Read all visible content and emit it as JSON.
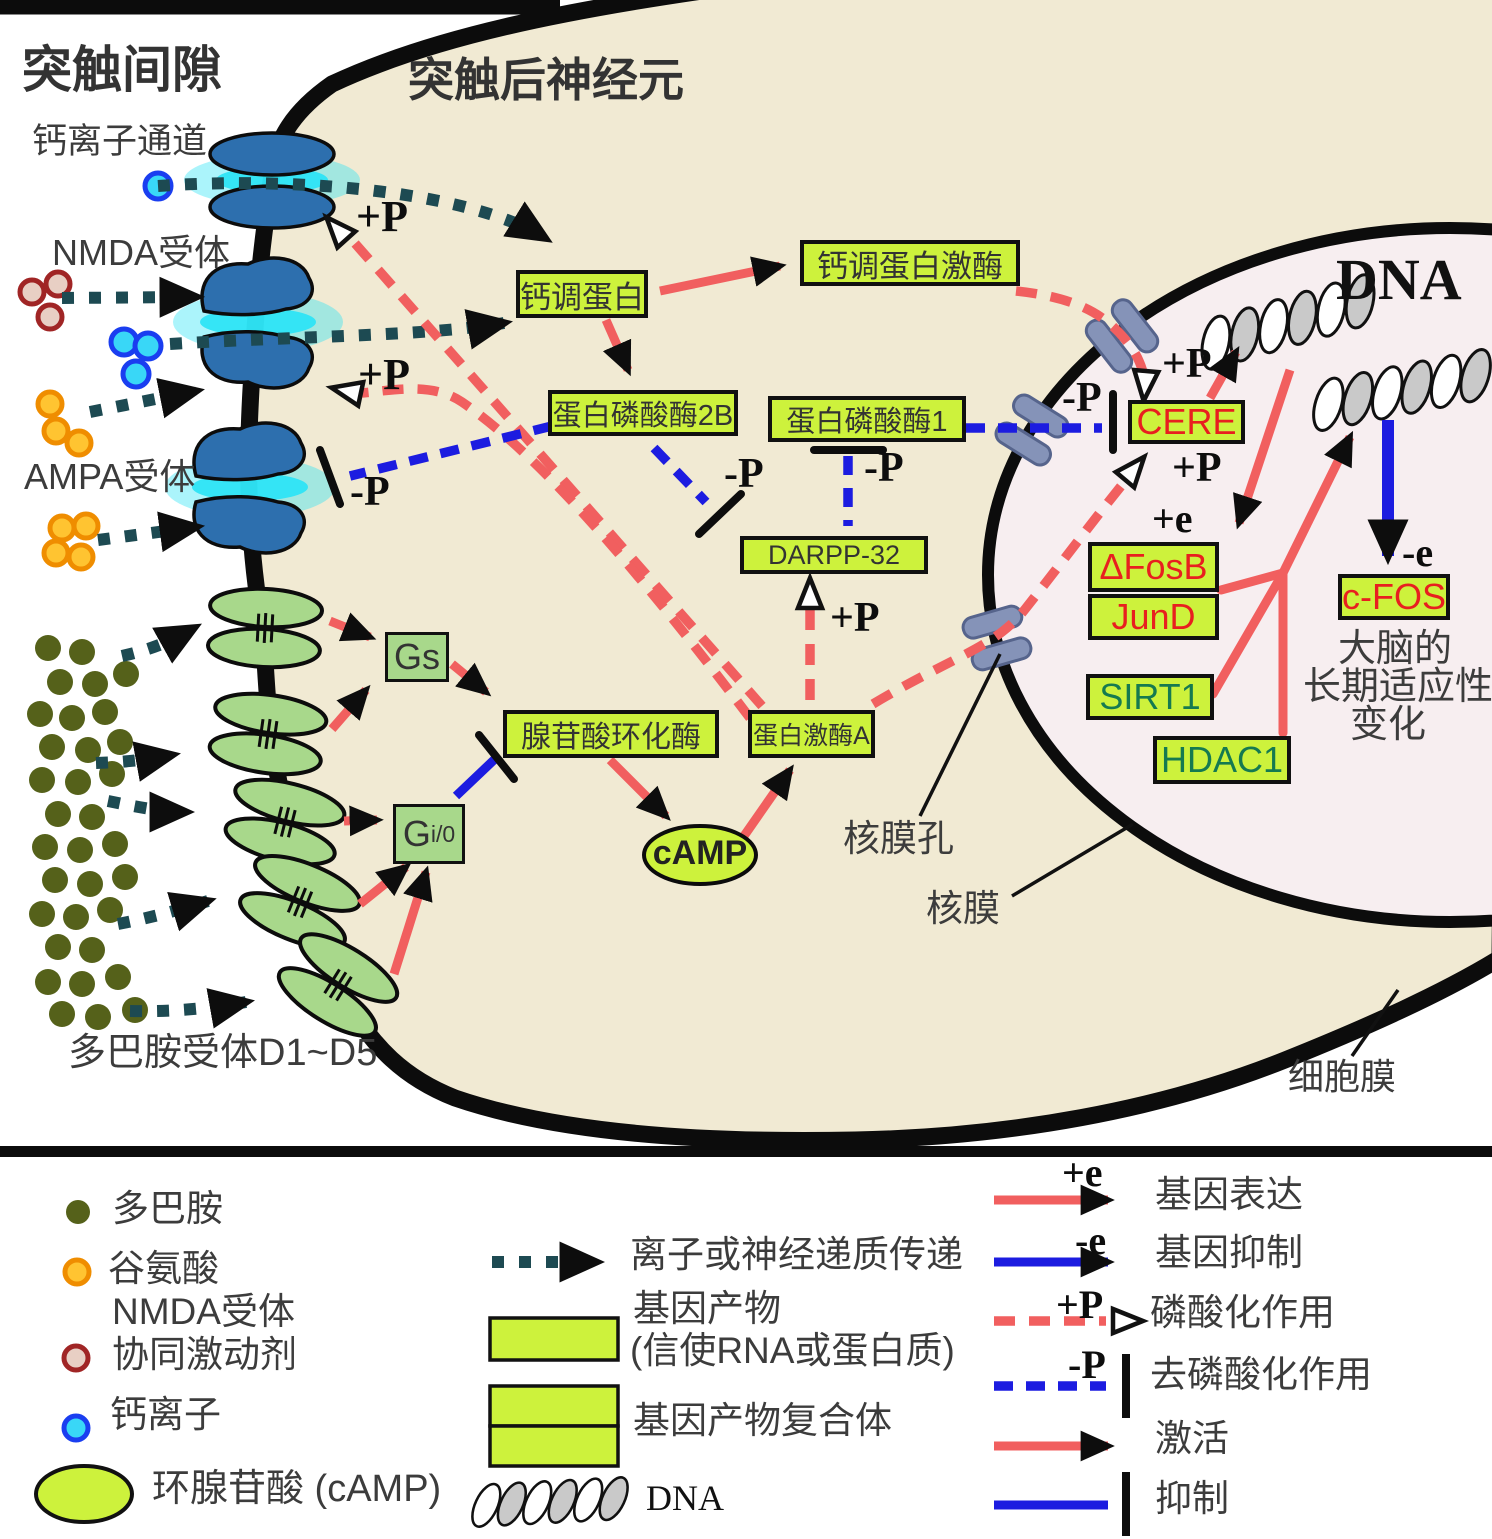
{
  "titles": {
    "synaptic_cleft": "突触间隙",
    "postsynaptic_neuron": "突触后神经元",
    "dna": "DNA"
  },
  "membrane_labels": {
    "calcium_channel": "钙离子通道",
    "nmda_receptor": "NMDA受体",
    "ampa_receptor": "AMPA受体",
    "dopamine_receptors": "多巴胺受体D1~D5",
    "nuclear_pore": "核膜孔",
    "nuclear_membrane": "核膜",
    "cell_membrane": "细胞膜"
  },
  "nodes": {
    "calmodulin": "钙调蛋白",
    "camk": "钙调蛋白激酶",
    "pp2b": "蛋白磷酸酶2B",
    "pp1": "蛋白磷酸酶1",
    "darpp32": "DARPP-32",
    "gs": "Gs",
    "gi0_base": "G",
    "gi0_sub": "i/0",
    "adenylyl_cyclase": "腺苷酸环化酶",
    "pka": "蛋白激酶A",
    "camp": "cAMP",
    "cere": "CERE",
    "dfosb": "ΔFosB",
    "jund": "JunD",
    "sirt1": "SIRT1",
    "hdac1": "HDAC1",
    "cfos": "c-FOS"
  },
  "annotations": {
    "plus_p": "+P",
    "minus_p": "-P",
    "plus_e": "+e",
    "minus_e": "-e",
    "brain_line1": "大脑的",
    "brain_line2": "长期适应性",
    "brain_line3": "变化"
  },
  "legend": {
    "dopamine": "多巴胺",
    "glutamate": "谷氨酸",
    "nmda_coagonist_line1": "NMDA受体",
    "nmda_coagonist_line2": "协同激动剂",
    "calcium": "钙离子",
    "camp": "环腺苷酸 (cAMP)",
    "transmission": "离子或神经递质传递",
    "gene_product_line1": "基因产物",
    "gene_product_line2": "(信使RNA或蛋白质)",
    "gene_complex": "基因产物复合体",
    "dna": "DNA",
    "gene_expression": "基因表达",
    "gene_repression": "基因抑制",
    "phosphorylation": "磷酸化作用",
    "dephosphorylation": "去磷酸化作用",
    "activation": "激活",
    "inhibition": "抑制"
  },
  "colors": {
    "cell_fill": "#f1ead3",
    "nucleus_fill": "#f7eef0",
    "gene_box": "#cdf23c",
    "gprotein_box": "#a8d88b",
    "activation_red": "#f15f5f",
    "inhibition_blue": "#1c1ce0",
    "transmission_teal": "#1d4a52",
    "receptor_blue": "#2d6fae",
    "dopamine_olive": "#55611a",
    "glutamate_orange": "#ef8d00",
    "calcium_cyan": "#39d7f7",
    "pore_gray": "#8593b8",
    "red_text": "#e81f1f",
    "green_text": "#157a50"
  }
}
